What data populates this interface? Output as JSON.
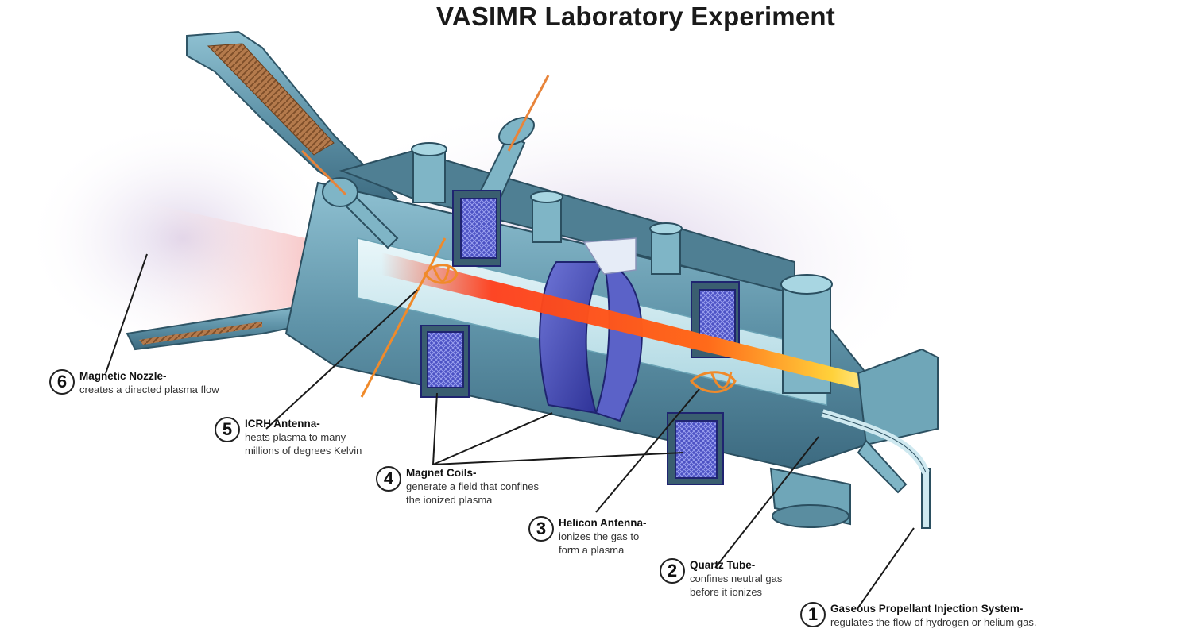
{
  "title": "VASIMR Laboratory Experiment",
  "callouts": [
    {
      "num": "1",
      "name": "Gaseous Propellant Injection System-",
      "desc": [
        "regulates the flow of hydrogen or helium gas."
      ]
    },
    {
      "num": "2",
      "name": "Quartz Tube-",
      "desc": [
        "confines neutral gas",
        "before it ionizes"
      ]
    },
    {
      "num": "3",
      "name": "Helicon Antenna-",
      "desc": [
        "ionizes the gas to",
        "form a plasma"
      ]
    },
    {
      "num": "4",
      "name": "Magnet Coils-",
      "desc": [
        "generate a field that confines",
        "the ionized plasma"
      ]
    },
    {
      "num": "5",
      "name": "ICRH Antenna-",
      "desc": [
        "heats plasma to many",
        "millions of degrees Kelvin"
      ]
    },
    {
      "num": "6",
      "name": "Magnetic Nozzle-",
      "desc": [
        "creates a directed plasma flow"
      ]
    }
  ],
  "colors": {
    "hull": "#5f93a8",
    "hull_light": "#b9dde6",
    "coil": "#3f44b0",
    "plasma": "#ff4a1c",
    "copper": "#a0683e"
  }
}
